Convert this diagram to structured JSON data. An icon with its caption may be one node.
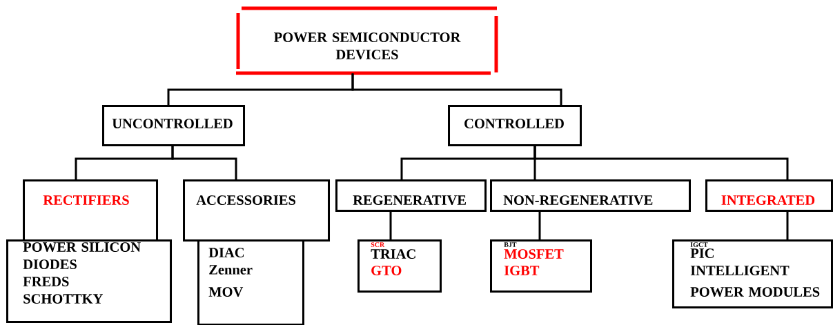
{
  "diagram": {
    "nodes": [
      {
        "text": [
          "POWER SEMICONDUCTOR DEVICES"
        ]
      },
      {
        "text": [
          "UNCONTROLLED"
        ]
      },
      {
        "text": [
          "CONTROLLED"
        ]
      },
      {
        "text": [
          "RECTIFIERS"
        ]
      },
      {
        "text": [
          "ACCESSORIES"
        ]
      },
      {
        "text": [
          "REGENERATIVE"
        ]
      },
      {
        "text": [
          "NON-REGENERATIVE"
        ]
      },
      {
        "text": [
          "INTEGRATED"
        ]
      },
      {
        "text": [
          "POWER SILICON DIODES",
          "FREDS",
          "SCHOTTKY"
        ]
      },
      {
        "text": [
          "DIAC",
          "Zenner",
          "MOV"
        ]
      },
      {
        "text": [
          "SCR",
          "TRIAC",
          "GTO"
        ]
      },
      {
        "text": [
          "BJT",
          "MOSFET",
          "IGBT"
        ]
      },
      {
        "text": [
          "IGCT",
          "PIC",
          "INTELLIGENT POWER MODULES"
        ]
      }
    ],
    "edges": [
      {
        "from": 0,
        "to": 1,
        "arrow": "none"
      },
      {
        "from": 0,
        "to": 2,
        "arrow": "none"
      },
      {
        "from": 1,
        "to": 3,
        "arrow": "none"
      },
      {
        "from": 1,
        "to": 4,
        "arrow": "none"
      },
      {
        "from": 2,
        "to": 5,
        "arrow": "none"
      },
      {
        "from": 2,
        "to": 6,
        "arrow": "none"
      },
      {
        "from": 2,
        "to": 7,
        "arrow": "none"
      },
      {
        "from": 5,
        "to": 10,
        "arrow": "none"
      },
      {
        "from": 6,
        "to": 11,
        "arrow": "none"
      },
      {
        "from": 7,
        "to": 12,
        "arrow": "none"
      }
    ]
  }
}
